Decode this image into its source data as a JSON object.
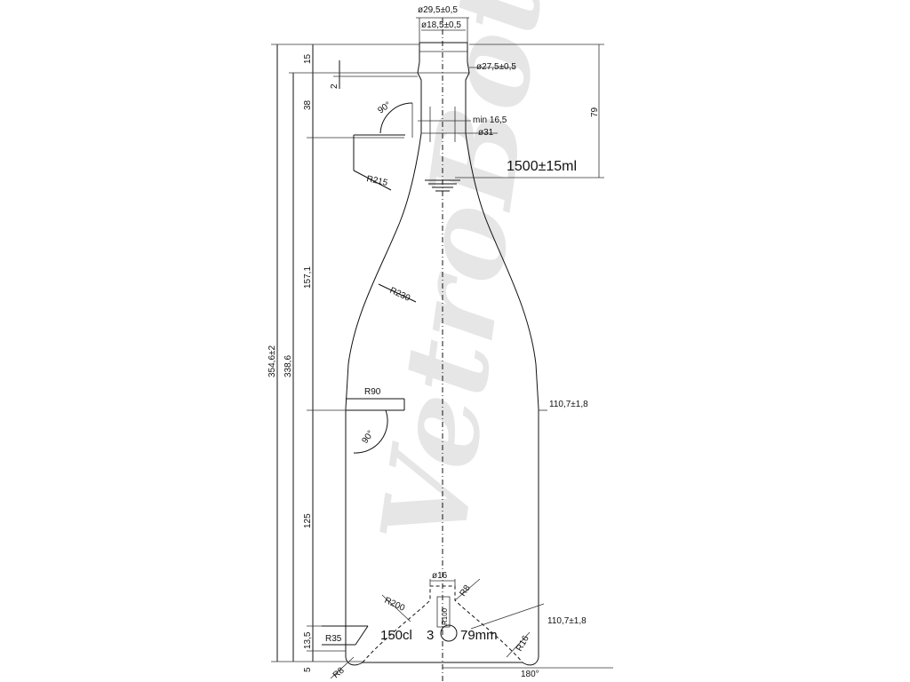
{
  "drawing": {
    "watermark_text": "VetroBottiglie",
    "capacity_label": "1500±15ml",
    "base_marking": {
      "size": "150cl",
      "mold_no": "3",
      "height_mark": "79mm"
    },
    "left_dimensions": {
      "total_height": "354,6±2",
      "body_to_top": "338,6",
      "finish_height": "15",
      "ring_gap": "2",
      "neck_section": "38",
      "shoulder_section": "157,1",
      "body_section": "125",
      "heel_section": "13,5",
      "base_offset": "5"
    },
    "neck_dimensions": {
      "outer_lip_diameter": "ø29,5±0,5",
      "bore_diameter": "ø18,5±0,5",
      "ring_diameter": "ø27,5±0,5",
      "min_bore": "min 16,5",
      "neck_diameter": "ø31",
      "fill_height": "79"
    },
    "radii": {
      "shoulder_top": "R215",
      "shoulder_mid": "R230",
      "shoulder_base": "R90",
      "heel": "R35",
      "heel_small": "R8",
      "punt_arc": "R200",
      "punt_top": "R8",
      "punt_inner": "R100",
      "base_edge": "R16"
    },
    "angles": {
      "neck": "90°",
      "shoulder": "90°"
    },
    "body_diameters": {
      "upper": "110,7±1,8",
      "lower": "110,7±1,8"
    },
    "punt_diameter": "ø16",
    "bottom_angle": "180°"
  }
}
